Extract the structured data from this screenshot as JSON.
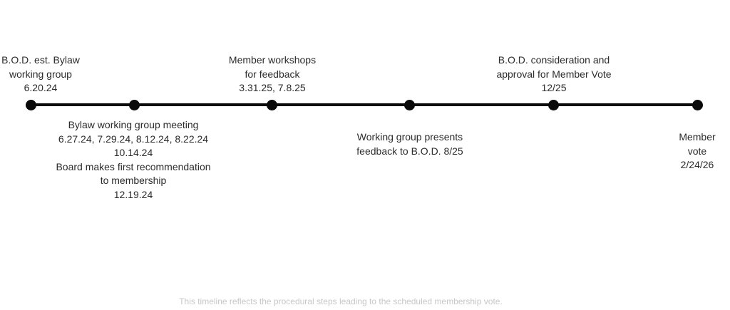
{
  "meta": {
    "colors": {
      "background": "#ffffff",
      "line": "#0a0a0a",
      "dot": "#0a0a0a",
      "text": "#2b2b2b",
      "caption": "#c7c7c7"
    }
  },
  "timeline": {
    "events": [
      {
        "name": "bod-establishes-working-group",
        "side": "above",
        "text": "B.O.D. est. Bylaw\nworking group\n6.20.24"
      },
      {
        "name": "working-group-meetings",
        "side": "below",
        "text": "Bylaw working group meeting\n6.27.24, 7.29.24, 8.12.24, 8.22.24\n10.14.24\nBoard makes first recommendation\nto membership\n12.19.24"
      },
      {
        "name": "member-workshops",
        "side": "above",
        "text": "Member workshops\nfor feedback\n3.31.25, 7.8.25"
      },
      {
        "name": "working-group-presents-feedback",
        "side": "below",
        "text": "Working group presents\nfeedback to B.O.D. 8/25"
      },
      {
        "name": "bod-consideration-approval",
        "side": "above",
        "text": "B.O.D. consideration and\napproval for Member Vote\n12/25"
      },
      {
        "name": "member-vote",
        "side": "below",
        "text": "Member vote\n2/24/26"
      }
    ]
  },
  "caption": "This timeline reflects the procedural steps leading to the scheduled membership vote."
}
